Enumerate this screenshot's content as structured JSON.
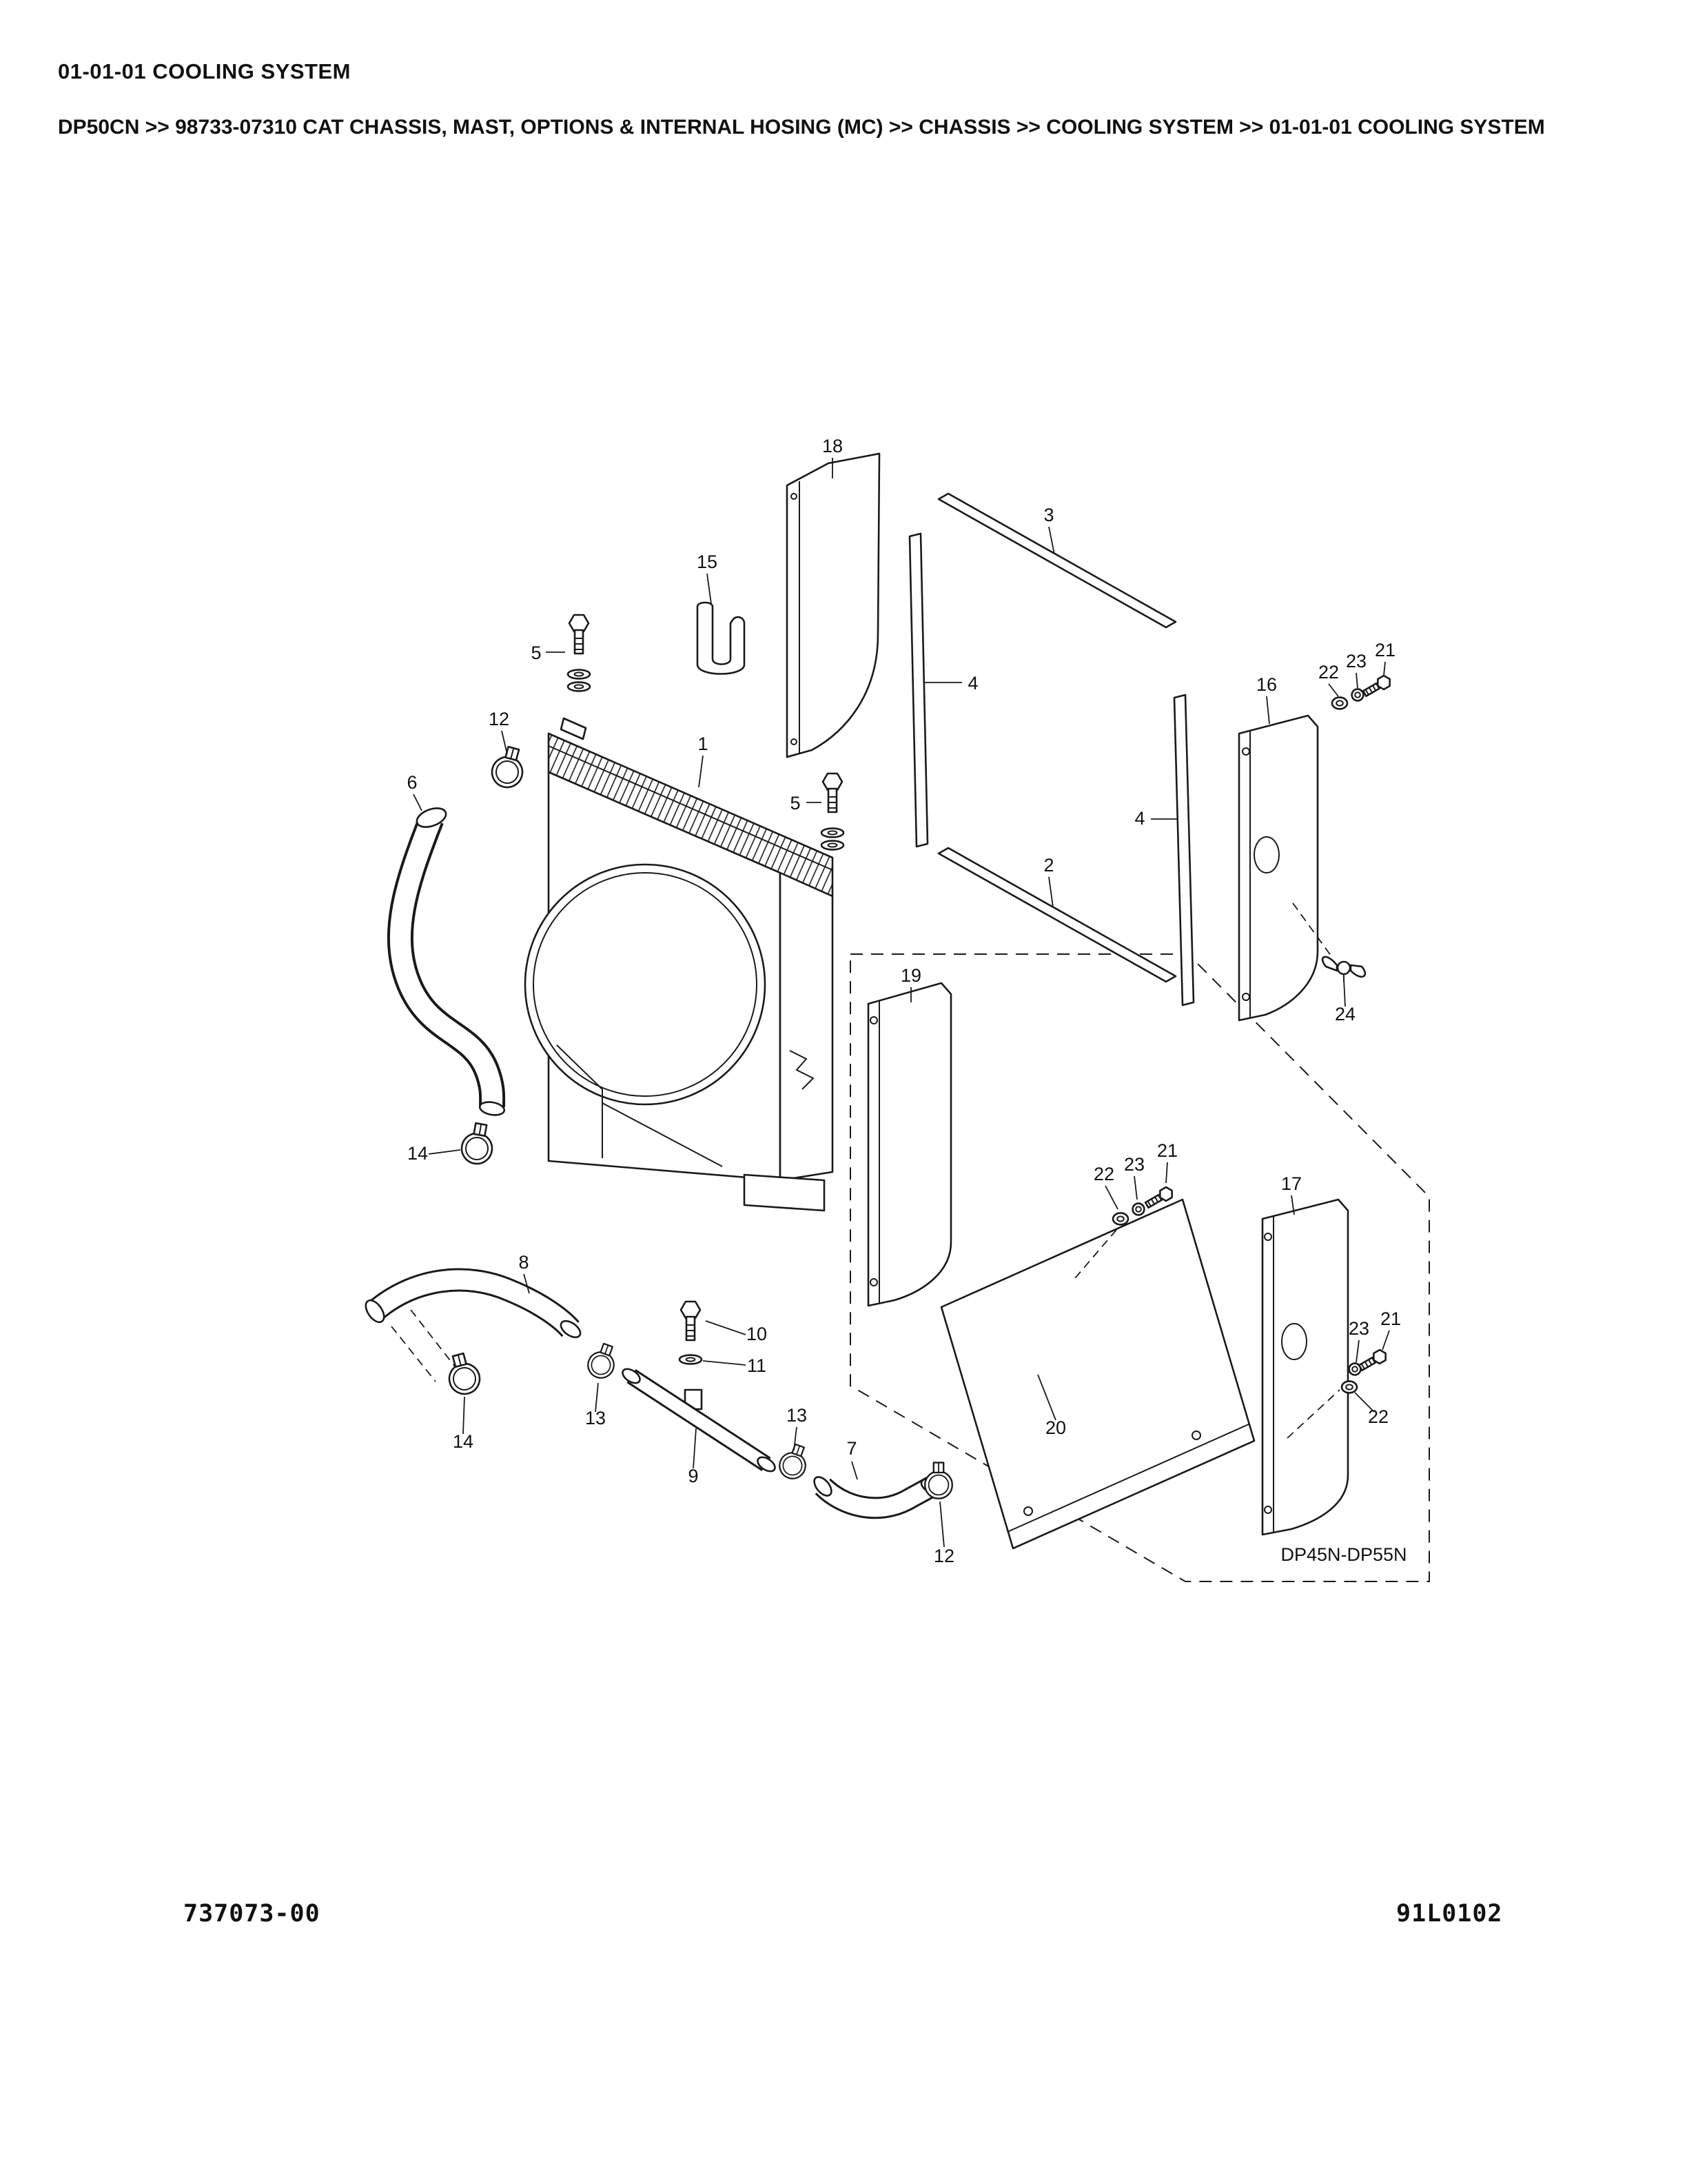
{
  "page": {
    "section_title": "01-01-01 COOLING SYSTEM",
    "breadcrumb": "DP50CN >> 98733-07310 CAT CHASSIS, MAST, OPTIONS & INTERNAL HOSING (MC) >> CHASSIS >> COOLING SYSTEM >> 01-01-01 COOLING SYSTEM",
    "footer": {
      "doc_number": "737073-00",
      "figure_code": "91L0102"
    }
  },
  "diagram": {
    "model_range_label": "DP45N-DP55N",
    "callouts": [
      "18",
      "15",
      "5",
      "3",
      "4",
      "16",
      "22",
      "23",
      "21",
      "12",
      "6",
      "1",
      "5",
      "2",
      "4",
      "24",
      "19",
      "14",
      "22",
      "23",
      "21",
      "17",
      "8",
      "10",
      "11",
      "14",
      "13",
      "9",
      "13",
      "7",
      "12",
      "20",
      "23",
      "21",
      "22"
    ]
  }
}
